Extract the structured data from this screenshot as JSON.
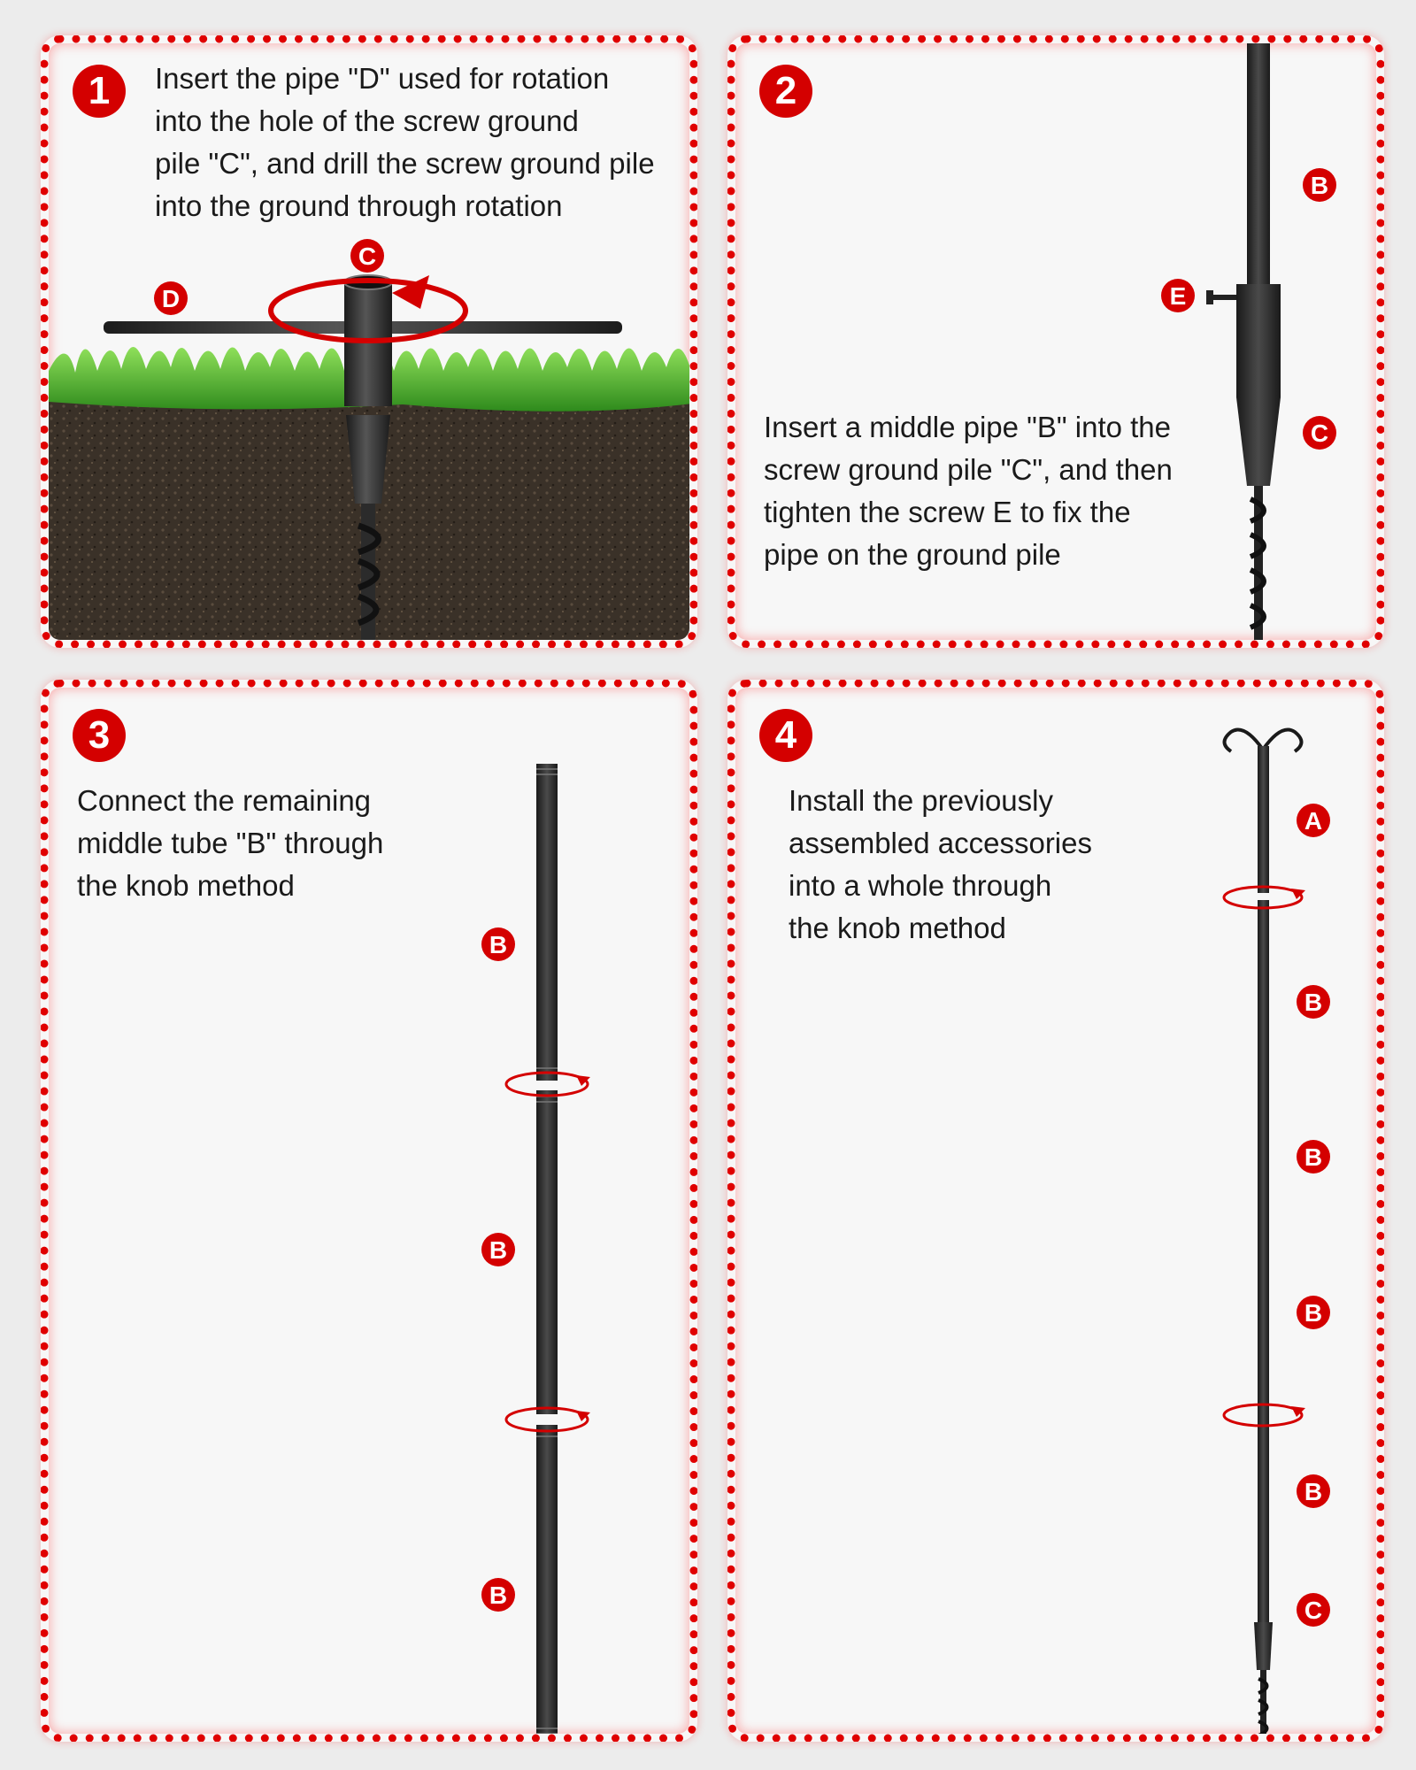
{
  "steps": [
    {
      "number": "1",
      "text": "Insert the pipe \"D\" used for rotation\ninto the hole of the screw ground\npile \"C\", and drill the screw ground pile\ninto the ground through rotation"
    },
    {
      "number": "2",
      "text": "Insert a middle pipe \"B\" into the\nscrew ground pile \"C\", and then\ntighten the screw E to fix the\npipe on the ground pile"
    },
    {
      "number": "3",
      "text": "Connect the remaining\nmiddle tube \"B\" through\nthe knob method"
    },
    {
      "number": "4",
      "text": "Install the previously\nassembled accessories\ninto a whole through\nthe knob method"
    }
  ],
  "labels": {
    "step1": {
      "pipe_d": "D",
      "pile_c": "C"
    },
    "step2": {
      "pipe_b": "B",
      "screw_e": "E",
      "pile_c": "C"
    },
    "step3": {
      "tube_top": "B",
      "tube_middle": "B",
      "tube_bottom": "B"
    },
    "step4": {
      "hook_a": "A",
      "tube_1": "B",
      "tube_2": "B",
      "tube_3": "B",
      "tube_4": "B",
      "pile_c": "C"
    }
  },
  "colors": {
    "accent": "#d40000",
    "border": "#e00000",
    "pole": "#2b2b2b",
    "grass": "#3fae2a",
    "soil": "#3a3128"
  }
}
